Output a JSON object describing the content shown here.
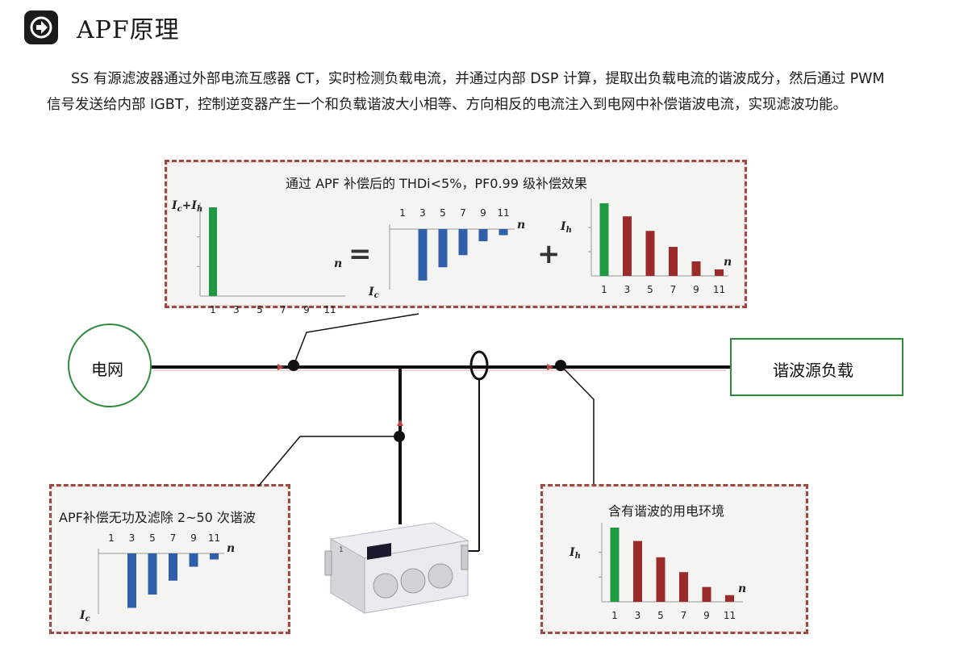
{
  "header": {
    "title": "APF原理",
    "icon": "arrow-right-circle-icon"
  },
  "intro": {
    "line1": "SS 有源滤波器通过外部电流互感器 CT，实时检测负载电流，并通过内部 DSP 计算，提取出负载电流的谐波成分，然后通过 PWM",
    "line2": "信号发送给内部 IGBT，控制逆变器产生一个和负载谐波大小相等、方向相反的电流注入到电网中补偿谐波电流，实现滤波功能。"
  },
  "nodes": {
    "grid": "电网",
    "load": "谐波源负载"
  },
  "colors": {
    "green": "#1e9a43",
    "red": "#9b2a2a",
    "blue": "#2f5fa8",
    "frame": "#9e4a42",
    "node_border": "#2e8b3e"
  },
  "top_box": {
    "caption": "通过 APF 补偿后的 THDi<5%，PF0.99 级补偿效果",
    "equals": "=",
    "plus": "+"
  },
  "chart_data": [
    {
      "id": "compensated",
      "type": "bar",
      "ylabel": "Ic+Ih",
      "xlabel": "n",
      "categories": [
        "1",
        "3",
        "5",
        "7",
        "9",
        "11"
      ],
      "values": [
        1.0,
        0,
        0,
        0,
        0,
        0
      ],
      "bar_colors": [
        "green"
      ]
    },
    {
      "id": "injected-top",
      "type": "bar",
      "ylabel": "Ic",
      "xlabel": "n",
      "categories": [
        "1",
        "3",
        "5",
        "7",
        "9",
        "11"
      ],
      "values": [
        0,
        -0.85,
        -0.63,
        -0.43,
        -0.2,
        -0.1
      ],
      "bar_colors": [
        "blue"
      ]
    },
    {
      "id": "harmonic-top",
      "type": "bar",
      "ylabel": "Ih",
      "xlabel": "n",
      "categories": [
        "1",
        "3",
        "5",
        "7",
        "9",
        "11"
      ],
      "values": [
        1.0,
        0.82,
        0.62,
        0.4,
        0.2,
        0.09
      ],
      "bar_colors": [
        "green",
        "red",
        "red",
        "red",
        "red",
        "red"
      ]
    },
    {
      "id": "apf-compensation",
      "type": "bar",
      "ylabel": "Ic",
      "xlabel": "n",
      "categories": [
        "1",
        "3",
        "5",
        "7",
        "9",
        "11"
      ],
      "values": [
        0,
        -0.9,
        -0.68,
        -0.45,
        -0.22,
        -0.1
      ],
      "bar_colors": [
        "blue"
      ]
    },
    {
      "id": "load-harmonics",
      "type": "bar",
      "ylabel": "Ih",
      "xlabel": "n",
      "categories": [
        "1",
        "3",
        "5",
        "7",
        "9",
        "11"
      ],
      "values": [
        1.0,
        0.82,
        0.6,
        0.4,
        0.2,
        0.09
      ],
      "bar_colors": [
        "green",
        "red",
        "red",
        "red",
        "red",
        "red"
      ]
    }
  ],
  "bottom_left_box": {
    "caption": "APF补偿无功及滤除 2~50 次谐波"
  },
  "bottom_right_box": {
    "caption": "含有谐波的用电环境"
  },
  "device": {
    "icon": "apf-cabinet-icon",
    "badge": "1"
  }
}
